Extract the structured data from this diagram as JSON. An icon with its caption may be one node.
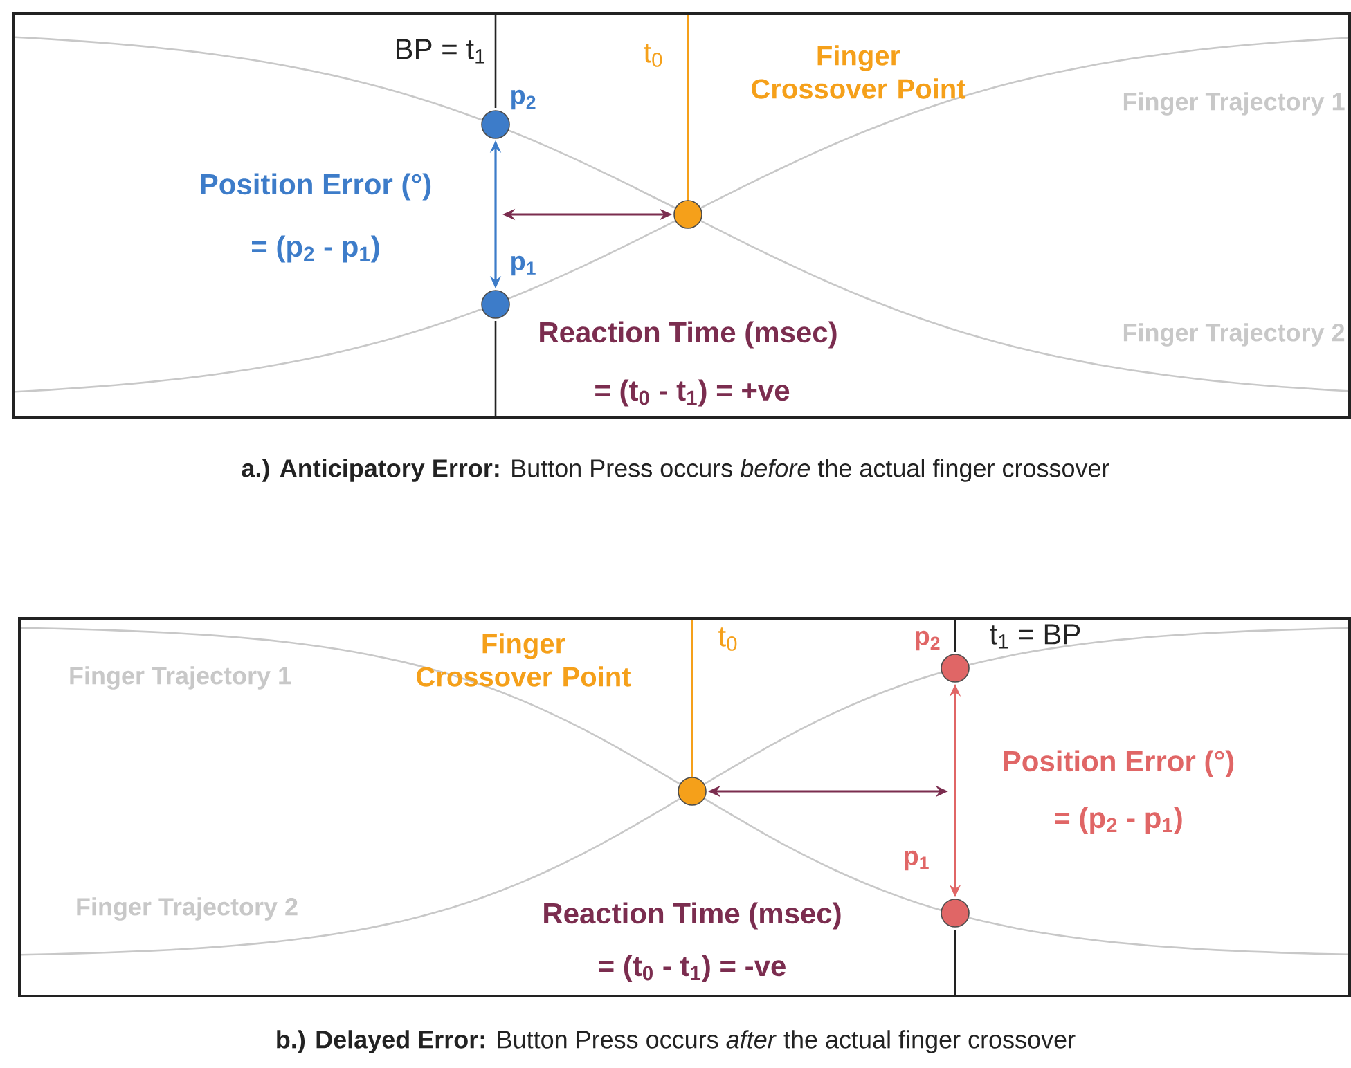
{
  "diagram": {
    "nodes": [
      {
        "text": [],
        "shape": "circle",
        "beside": [
          "p$_{2}$"
        ]
      },
      {
        "text": [],
        "shape": "circle",
        "beside": [
          "p$_{1}$"
        ]
      },
      {
        "text": [],
        "shape": "circle"
      },
      {
        "text": [],
        "shape": "circle"
      },
      {
        "text": [],
        "shape": "circle",
        "beside": [
          "p$_{2}$"
        ]
      },
      {
        "text": [],
        "shape": "circle",
        "beside": [
          "p$_{1}$"
        ]
      }
    ],
    "edges": [
      {
        "from": 0,
        "to": 1,
        "arrow": "both",
        "color": "#3d7cc9"
      },
      {
        "from": null,
        "to": 2,
        "arrow": "both",
        "color": "#7b2d4f"
      },
      {
        "from": 3,
        "to": null,
        "arrow": "both",
        "color": "#7b2d4f"
      },
      {
        "from": 4,
        "to": 5,
        "arrow": "both",
        "color": "#e06666"
      }
    ],
    "labels": [
      "BP = t$_{1}$",
      "t$_{0}$",
      "Finger Crossover Point",
      "Finger Trajectory 1",
      "Position Error (°)",
      "= (p$_{2}$ - p$_{1}$)",
      "Reaction Time (msec)",
      "Finger Trajectory 2",
      "= (t$_{0}$ - t$_{1}$) = +ve",
      "**a.) Anticipatory Error:** Button Press occurs *before* the actual finger crossover",
      "Finger Crossover Point",
      "t$_{0}$",
      "t$_{1}$ = BP",
      "Finger Trajectory 1",
      "Position Error (°)",
      "= (p$_{2}$ - p$_{1}$)",
      "Finger Trajectory 2",
      "Reaction Time (msec)",
      "= (t$_{0}$ - t$_{1}$) = -ve",
      "**b.) Delayed Error:** Button Press occurs *after* the actual finger crossover"
    ]
  }
}
